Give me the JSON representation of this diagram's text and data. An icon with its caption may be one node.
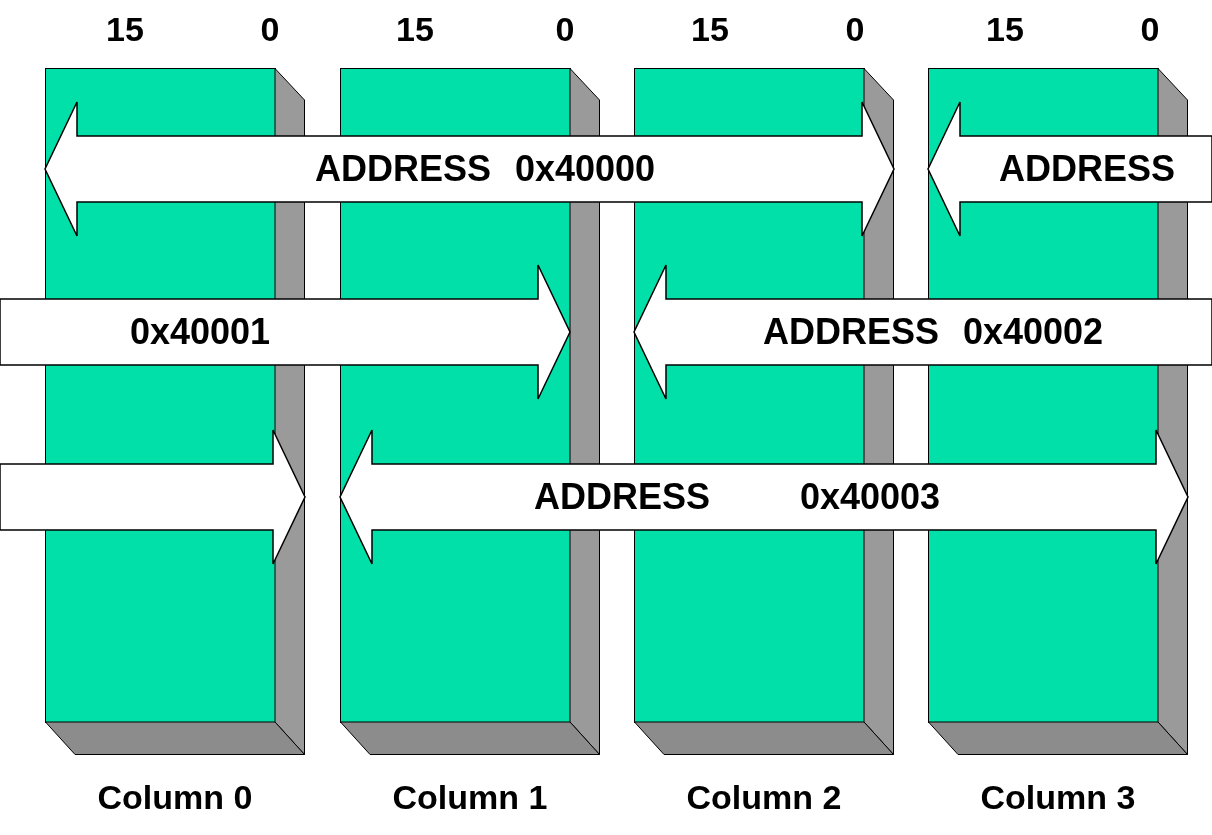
{
  "diagram": {
    "nodes": [
      {
        "text": [
          "Column 0"
        ]
      },
      {
        "text": [
          "Column 1"
        ]
      },
      {
        "text": [
          "Column 2"
        ]
      },
      {
        "text": [
          "Column 3"
        ]
      }
    ],
    "edges": [
      {
        "from": 0,
        "to": 2,
        "arrow": "both",
        "label": "ADDRESS 0x40000"
      },
      {
        "from": null,
        "to": 3,
        "arrow": "to",
        "label": "ADDRESS"
      },
      {
        "from": null,
        "to": 1,
        "arrow": "to",
        "label": "0x40001"
      },
      {
        "from": null,
        "to": 2,
        "arrow": "to",
        "label": "ADDRESS 0x40002"
      },
      {
        "from": null,
        "to": 0,
        "arrow": "to"
      },
      {
        "from": 1,
        "to": 3,
        "arrow": "both",
        "label": "ADDRESS 0x40003"
      }
    ],
    "labels": [
      "15",
      "0",
      "15",
      "0",
      "15",
      "0",
      "15",
      "0"
    ]
  }
}
